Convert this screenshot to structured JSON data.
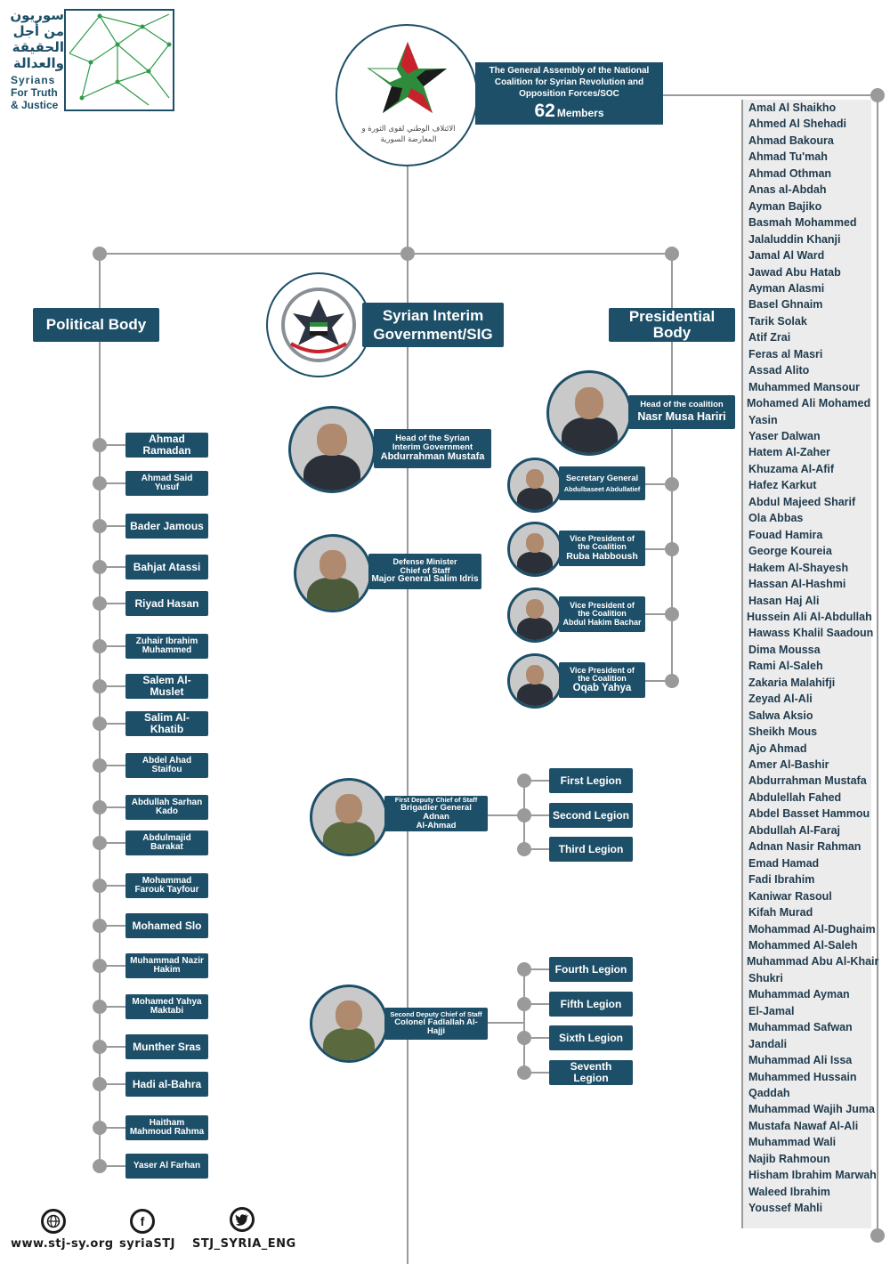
{
  "logo": {
    "arabic_lines": [
      "سوريون",
      "من أجل",
      "الحقيقة",
      "والعدالة"
    ],
    "english_lines": [
      "Syrians",
      "For Truth",
      "& Justice"
    ]
  },
  "coalition": {
    "emblem_arabic": "الائتلاف الوطني لقوى الثورة و المعارضة السورية",
    "title": "The General Assembly of the National Coalition for Syrian Revolution and Opposition Forces/SOC",
    "members_count": "62",
    "members_label": "Members"
  },
  "political_body": {
    "title": "Political Body",
    "members": [
      "Ahmad Ramadan",
      "Ahmad Said Yusuf",
      "Bader Jamous",
      "Bahjat Atassi",
      "Riyad Hasan",
      "Zuhair Ibrahim Muhammed",
      "Salem Al-Muslet",
      "Salim Al-Khatib",
      "Abdel Ahad Staifou",
      "Abdullah Sarhan Kado",
      "Abdulmajid Barakat",
      "Mohammad Farouk Tayfour",
      "Mohamed Slo",
      "Muhammad Nazir Hakim",
      "Mohamed Yahya Maktabi",
      "Munther Sras",
      "Hadi al-Bahra",
      "Haitham Mahmoud Rahma",
      "Yaser Al Farhan"
    ]
  },
  "sig": {
    "title_line1": "Syrian Interim",
    "title_line2": "Government/SIG",
    "head": {
      "role_line1": "Head of the Syrian",
      "role_line2": "Interim Government",
      "name": "Abdurrahman Mustafa"
    },
    "defense": {
      "role_line1": "Defense Minister",
      "role_line2": "Chief of Staff",
      "name": "Major General Salim Idris"
    },
    "first_deputy": {
      "role": "First Deputy Chief of Staff",
      "name_line1": "Brigadier General Adnan",
      "name_line2": "Al-Ahmad"
    },
    "second_deputy": {
      "role": "Second Deputy Chief of Staff",
      "name": "Colonel Fadlallah Al-Hajji"
    },
    "legions_a": [
      "First Legion",
      "Second Legion",
      "Third Legion"
    ],
    "legions_b": [
      "Fourth Legion",
      "Fifth Legion",
      "Sixth Legion",
      "Seventh Legion"
    ]
  },
  "presidential_body": {
    "title": "Presidential Body",
    "head": {
      "role": "Head of the coalition",
      "name": "Nasr Musa Hariri"
    },
    "secretary": {
      "role": "Secretary General",
      "name": "Abdulbaseet Abdullatief"
    },
    "vp1": {
      "role_line1": "Vice President of",
      "role_line2": "the Coalition",
      "name": "Ruba Habboush"
    },
    "vp2": {
      "role_line1": "Vice President of",
      "role_line2": "the Coalition",
      "name": "Abdul Hakim Bachar"
    },
    "vp3": {
      "role_line1": "Vice President of",
      "role_line2": "the Coalition",
      "name": "Oqab Yahya"
    }
  },
  "members_list": [
    "Amal Al Shaikho",
    "Ahmed Al Shehadi",
    "Ahmad Bakoura",
    "Ahmad Tu'mah",
    "Ahmad Othman",
    "Anas al-Abdah",
    "Ayman Bajiko",
    "Basmah Mohammed",
    "Jalaluddin Khanji",
    "Jamal Al Ward",
    "Jawad Abu Hatab",
    "Ayman Alasmi",
    "Basel Ghnaim",
    "Tarik Solak",
    "Atif Zrai",
    "Feras al Masri",
    "Assad Alito",
    "Muhammed Mansour",
    "Mohamed Ali Mohamed",
    "Yasin",
    "Yaser Dalwan",
    "Hatem Al-Zaher",
    "Khuzama Al-Afif",
    "Hafez Karkut",
    "Abdul Majeed Sharif",
    "Ola Abbas",
    "Fouad Hamira",
    "George Koureia",
    "Hakem Al-Shayesh",
    "Hassan Al-Hashmi",
    "Hasan Haj Ali",
    "Hussein Ali Al-Abdullah",
    "Hawass Khalil Saadoun",
    "Dima Moussa",
    "Rami Al-Saleh",
    "Zakaria Malahifji",
    "Zeyad Al-Ali",
    "Salwa Aksio",
    "Sheikh Mous",
    "Ajo Ahmad",
    "Amer Al-Bashir",
    "Abdurrahman Mustafa",
    "Abdulellah Fahed",
    "Abdel Basset Hammou",
    "Abdullah Al-Faraj",
    "Adnan Nasir Rahman",
    "Emad Hamad",
    "Fadi Ibrahim",
    "Kaniwar Rasoul",
    "Kifah Murad",
    "Mohammad Al-Dughaim",
    "Mohammed Al-Saleh",
    "Muhammad Abu Al-Khair",
    "Shukri",
    "Muhammad Ayman",
    "El-Jamal",
    "Muhammad Safwan",
    "Jandali",
    "Muhammad Ali Issa",
    "Muhammed Hussain",
    "Qaddah",
    "Muhammad Wajih Juma",
    "Mustafa Nawaf Al-Ali",
    "Muhammad Wali",
    "Najib Rahmoun",
    "Hisham Ibrahim Marwah",
    "Waleed Ibrahim",
    "Youssef Mahli"
  ],
  "footer": {
    "website": "www.stj-sy.org",
    "facebook": "syriaSTJ",
    "twitter": "STJ_SYRIA_ENG",
    "web_icon": "globe-icon",
    "fb_icon": "facebook-icon",
    "tw_icon": "twitter-icon"
  },
  "colors": {
    "primary": "#1d4f68",
    "connector": "#9a9a9a",
    "list_bg": "#ececec",
    "green": "#2e8b3c",
    "red": "#c8232c"
  }
}
